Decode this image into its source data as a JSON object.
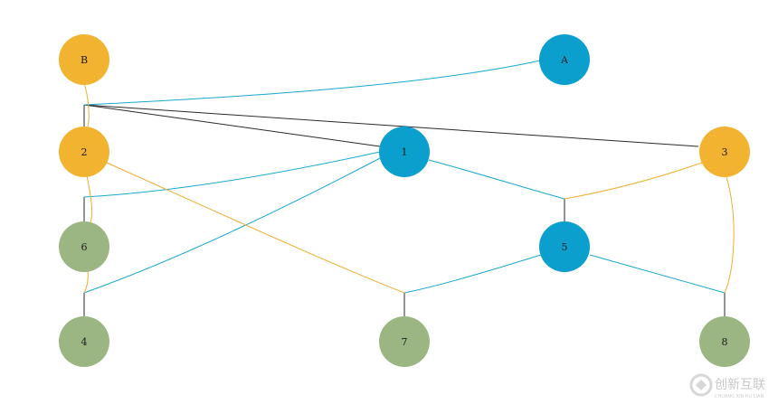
{
  "colors": {
    "yellow": "#f2b430",
    "blue": "#0a9fcc",
    "green": "#9bb583",
    "black": "#2a2a2a",
    "cyan_edge": "#1aa8cf",
    "orange_edge": "#f0ad2a"
  },
  "nodes": [
    {
      "id": "B",
      "label": "B",
      "color": "yellow"
    },
    {
      "id": "A",
      "label": "A",
      "color": "blue"
    },
    {
      "id": "2",
      "label": "2",
      "color": "yellow"
    },
    {
      "id": "1",
      "label": "1",
      "color": "blue"
    },
    {
      "id": "3",
      "label": "3",
      "color": "yellow"
    },
    {
      "id": "6",
      "label": "6",
      "color": "green"
    },
    {
      "id": "5",
      "label": "5",
      "color": "blue"
    },
    {
      "id": "4",
      "label": "4",
      "color": "green"
    },
    {
      "id": "7",
      "label": "7",
      "color": "green"
    },
    {
      "id": "8",
      "label": "8",
      "color": "green"
    }
  ],
  "watermark": {
    "text": "创新互联",
    "subtext": "CHUANG XIN HU LIAN"
  }
}
